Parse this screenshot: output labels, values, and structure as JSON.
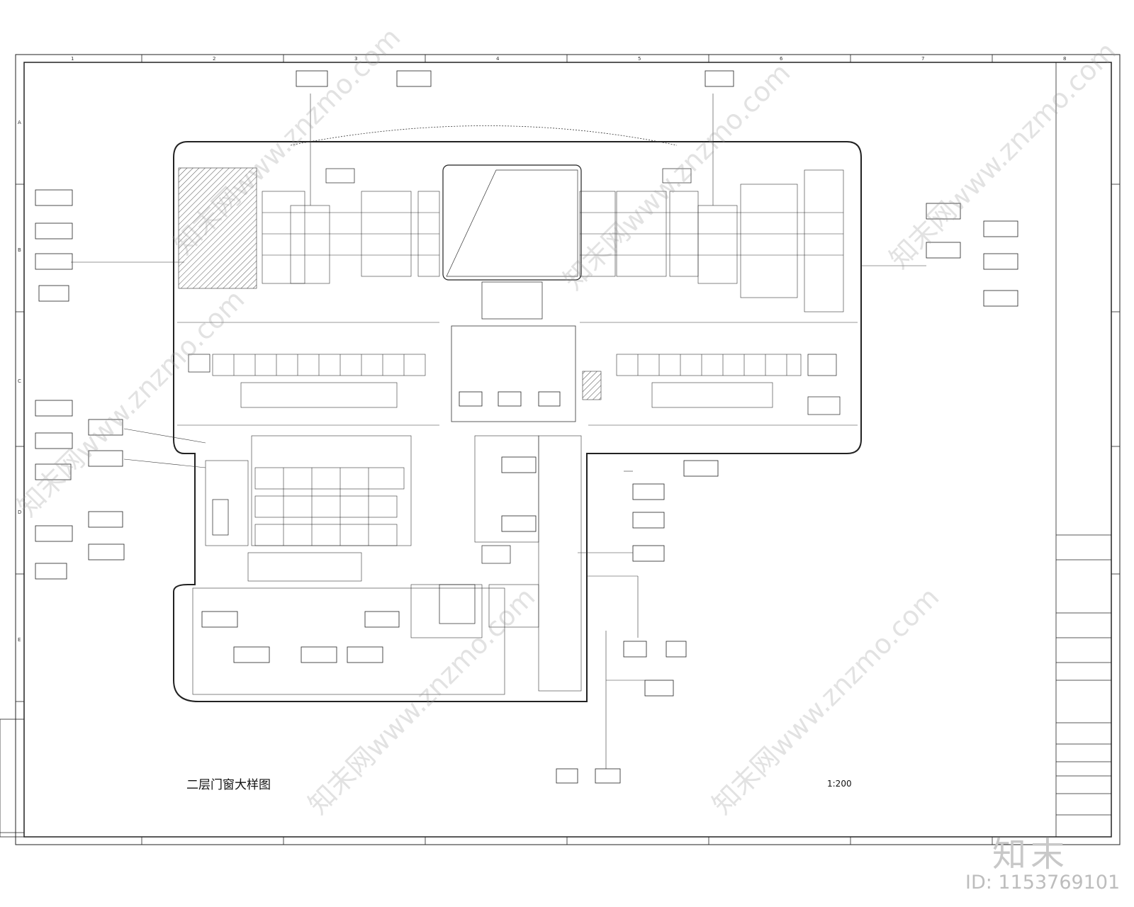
{
  "drawing": {
    "title": "二层门窗大样图",
    "scale": "1:200",
    "grid_columns_top": [
      "1",
      "2",
      "3",
      "4",
      "5",
      "6",
      "7",
      "8"
    ],
    "grid_rows_left": [
      "A",
      "B",
      "C",
      "D",
      "E"
    ]
  },
  "watermark": {
    "logo_text": "知末",
    "id_text": "ID: 1153769101",
    "diagonal_text": "知末网www.znzmo.com"
  },
  "colors": {
    "line": "#222222",
    "hatch": "#444444",
    "watermark": "#bdbdbd"
  }
}
